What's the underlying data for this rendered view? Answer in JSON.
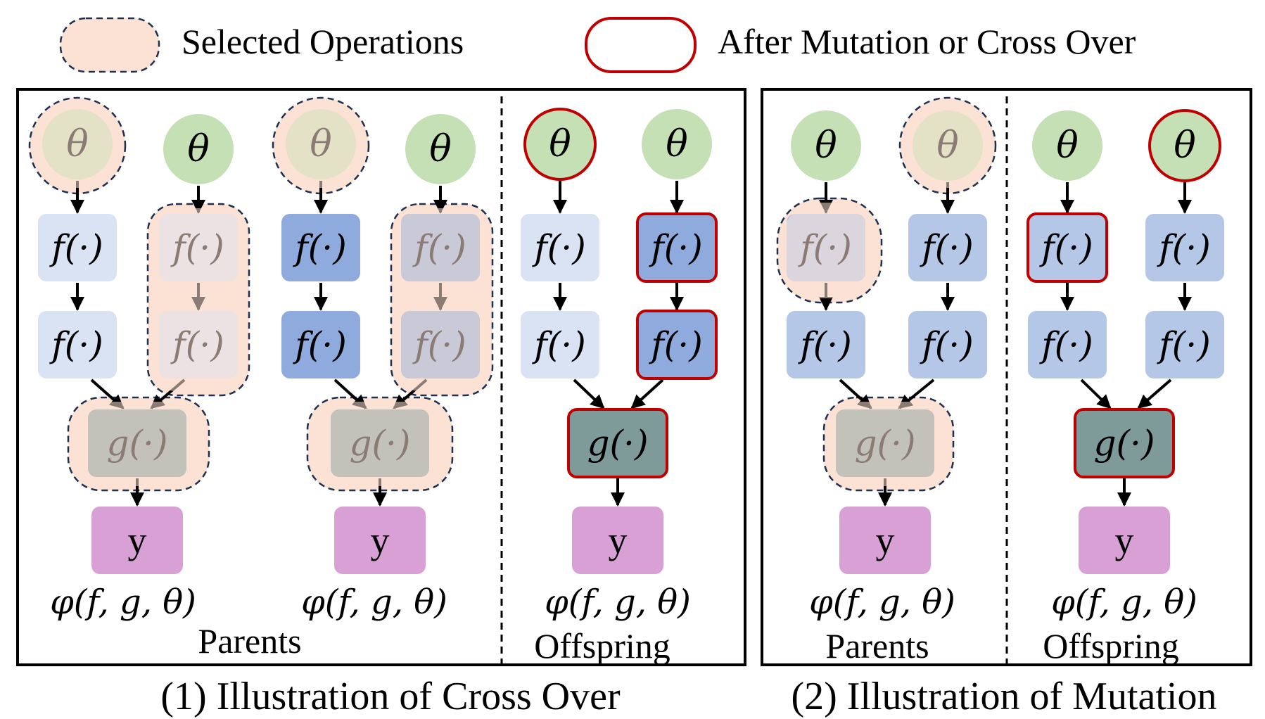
{
  "legend": {
    "selected_label": "Selected Operations",
    "mutated_label": "After Mutation or Cross Over"
  },
  "symbols": {
    "theta": "θ",
    "f": "f(·)",
    "g": "g(·)",
    "y": "y",
    "phi": "φ(f, g, θ)"
  },
  "crossover": {
    "caption": "(1) Illustration of Cross Over",
    "parents_label": "Parents",
    "offspring_label": "Offspring"
  },
  "mutation": {
    "caption": "(2) Illustration of Mutation",
    "parents_label": "Parents",
    "offspring_label": "Offspring"
  },
  "colors": {
    "theta": "#c5e0b4",
    "f_light": "#dae3f3",
    "f_medium": "#b4c7e7",
    "f_dark": "#8faadc",
    "g_node": "#7f9b99",
    "y_node": "#d9a0d6",
    "selected_fill": "#fbe2d5",
    "selected_border": "#1f2f4f",
    "mutated_border": "#c00000",
    "frame": "#000000"
  }
}
